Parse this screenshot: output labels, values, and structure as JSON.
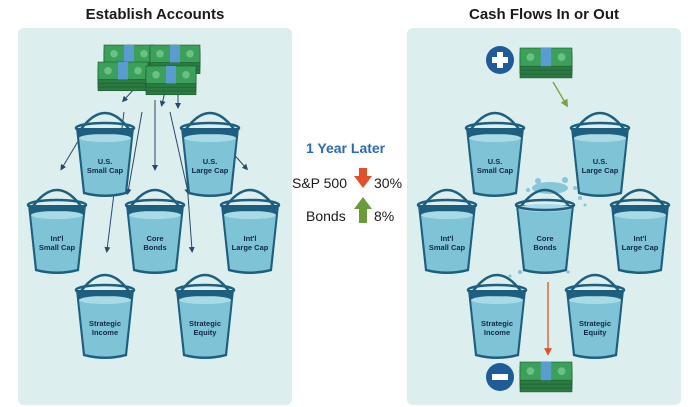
{
  "left": {
    "title": "Establish Accounts",
    "buckets": {
      "us_small_cap": [
        "U.S.",
        "Small Cap"
      ],
      "us_large_cap": [
        "U.S.",
        "Large Cap"
      ],
      "intl_small_cap": [
        "Int'l",
        "Small Cap"
      ],
      "core_bonds": [
        "Core",
        "Bonds"
      ],
      "intl_large_cap": [
        "Int'l",
        "Large Cap"
      ],
      "strategic_income": [
        "Strategic",
        "Income"
      ],
      "strategic_equity": [
        "Strategic",
        "Equity"
      ]
    }
  },
  "right": {
    "title": "Cash Flows In or Out",
    "plus_symbol": "+",
    "minus_symbol": "−",
    "buckets": {
      "us_small_cap": [
        "U.S.",
        "Small Cap"
      ],
      "us_large_cap": [
        "U.S.",
        "Large Cap"
      ],
      "intl_small_cap": [
        "Int'l",
        "Small Cap"
      ],
      "core_bonds": [
        "Core",
        "Bonds"
      ],
      "intl_large_cap": [
        "Int'l",
        "Large Cap"
      ],
      "strategic_income": [
        "Strategic",
        "Income"
      ],
      "strategic_equity": [
        "Strategic",
        "Equity"
      ]
    }
  },
  "middle": {
    "heading": "1 Year Later",
    "row1": {
      "label": "S&P 500",
      "value": "30%",
      "direction": "down",
      "color": "#e0502a"
    },
    "row2": {
      "label": "Bonds",
      "value": "8%",
      "direction": "up",
      "color": "#6a9a3a"
    }
  },
  "colors": {
    "panel": "#dceeed",
    "bucket_dark": "#1e5f7f",
    "bucket_light": "#7ec3d6",
    "money": "#2f8a4a",
    "heading_blue": "#2a6bb3"
  }
}
